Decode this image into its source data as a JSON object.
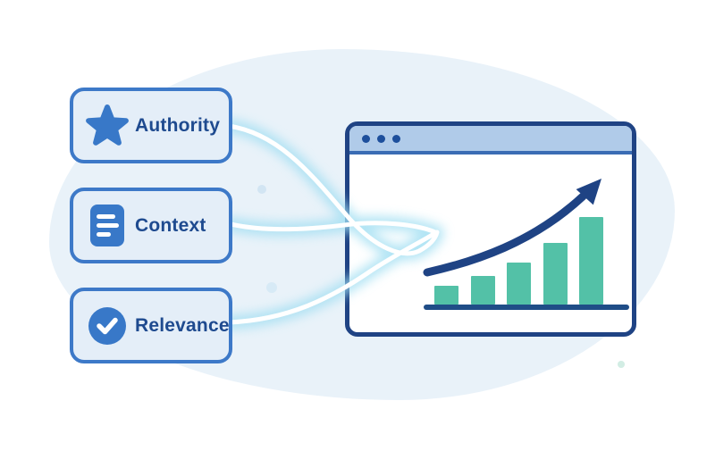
{
  "cards": [
    {
      "label": "Authority",
      "icon": "star-icon"
    },
    {
      "label": "Context",
      "icon": "document-icon"
    },
    {
      "label": "Relevance",
      "icon": "check-circle-icon"
    }
  ],
  "browser_window": {
    "dots_count": 3
  },
  "colors": {
    "card_border": "#3d79c8",
    "card_fill": "#e4eef8",
    "label_text": "#1e4a8f",
    "icon_blue": "#3878c8",
    "navy": "#1f4384",
    "bar_teal": "#53c1a7",
    "header_blue": "#b0cbe9",
    "header_line": "#3a6cb4",
    "glow_cyan": "#9fdef2",
    "background_blob": "#e9f2f9"
  },
  "chart_data": {
    "type": "bar",
    "categories": [
      "bar-1",
      "bar-2",
      "bar-3",
      "bar-4",
      "bar-5"
    ],
    "values": [
      21,
      32,
      47,
      69,
      98
    ],
    "unit": "relative height (px)",
    "title": "",
    "xlabel": "",
    "ylabel": "",
    "bar_color": "#53c1a7",
    "axis_labels": "none",
    "legend": "none",
    "annotations": "upward curved trend arrow above bars"
  }
}
